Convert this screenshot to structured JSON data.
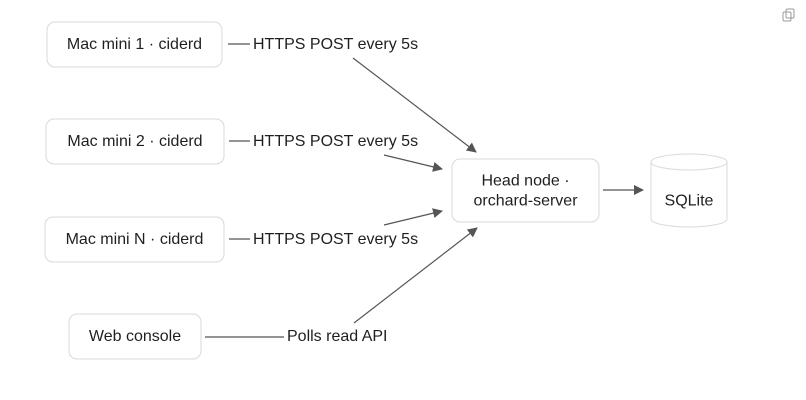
{
  "nodes": {
    "mac1": "Mac mini 1 · ciderd",
    "mac2": "Mac mini 2 · ciderd",
    "macn": "Mac mini N · ciderd",
    "web": "Web console",
    "head_line1": "Head node ·",
    "head_line2": "orchard-server",
    "db": "SQLite"
  },
  "edges": {
    "mac1_label": "HTTPS POST every 5s",
    "mac2_label": "HTTPS POST every 5s",
    "macn_label": "HTTPS POST every 5s",
    "web_label": "Polls read API"
  },
  "toolbar": {
    "copy_icon": "copy-icon"
  }
}
